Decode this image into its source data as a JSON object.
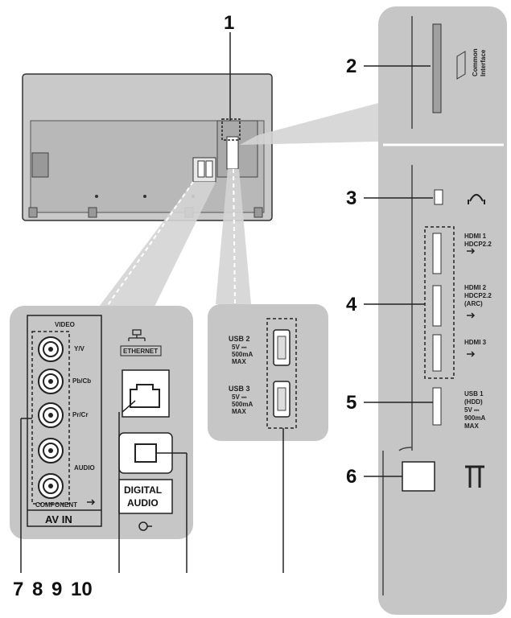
{
  "callouts": {
    "c1": "1",
    "c2": "2",
    "c3": "3",
    "c4": "4",
    "c5": "5",
    "c6": "6",
    "c7": "7",
    "c8": "8",
    "c9": "9",
    "c10": "10"
  },
  "side_panel": {
    "common_interface_1": "Common",
    "common_interface_2": "Interface",
    "hdmi1": [
      "HDMI 1",
      "HDCP2.2"
    ],
    "hdmi2": [
      "HDMI 2",
      "HDCP2.2",
      "(ARC)"
    ],
    "hdmi3": [
      "HDMI 3"
    ],
    "usb1": [
      "USB 1",
      "(HDD)",
      "5V ⎓",
      "900mA",
      "MAX"
    ]
  },
  "usb_panel": {
    "usb2": [
      "USB 2",
      "5V ⎓",
      "500mA",
      "MAX"
    ],
    "usb3": [
      "USB 3",
      "5V ⎓",
      "500mA",
      "MAX"
    ]
  },
  "av_panel": {
    "video": "VIDEO",
    "y_v": "Y/V",
    "pb": "Pb/Cb",
    "pr": "Pr/Cr",
    "audio": "AUDIO",
    "component": "COMPONENT",
    "av_in": "AV IN",
    "ethernet": "ETHERNET",
    "digital": "DIGITAL",
    "audio_out": "AUDIO"
  },
  "icons": [
    "headphone-icon",
    "hdmi-input-icon",
    "antenna-icon",
    "network-icon",
    "output-icon"
  ]
}
